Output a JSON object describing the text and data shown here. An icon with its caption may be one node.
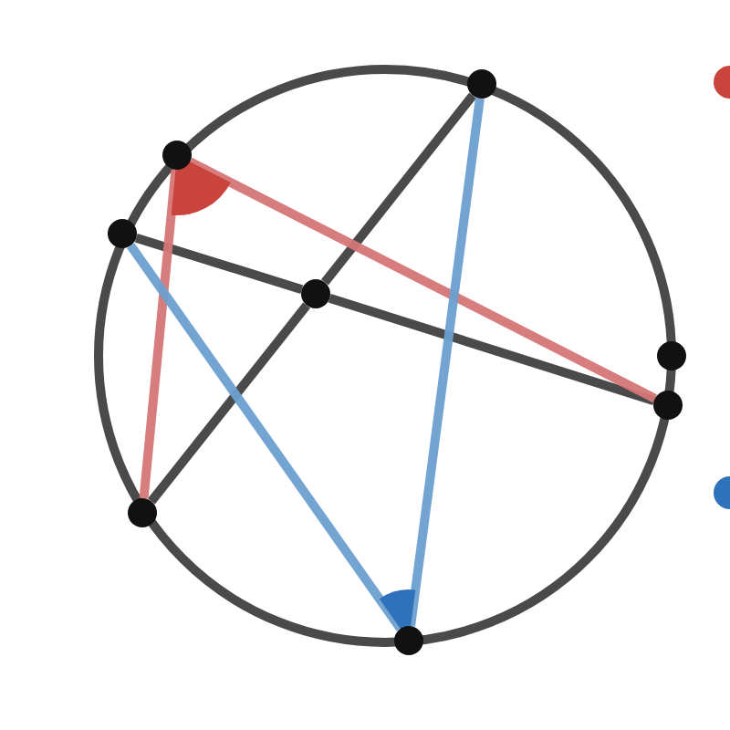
{
  "diagram": {
    "nodes": [
      {
        "text": [],
        "shape": "circle"
      },
      {
        "text": [],
        "shape": "circle"
      },
      {
        "text": [],
        "shape": "circle"
      },
      {
        "text": [],
        "shape": "circle"
      },
      {
        "text": [],
        "shape": "circle"
      },
      {
        "text": [],
        "shape": "circle"
      },
      {
        "text": [],
        "shape": "circle"
      },
      {
        "text": [],
        "shape": "circle"
      }
    ],
    "edges": [
      {
        "from": 0,
        "to": 3,
        "arrow": "none"
      },
      {
        "from": 3,
        "to": 6,
        "arrow": "none"
      },
      {
        "from": 2,
        "to": 3,
        "arrow": "none"
      },
      {
        "from": 3,
        "to": 5,
        "arrow": "none"
      },
      {
        "from": 1,
        "to": 5,
        "arrow": "none",
        "color": "#d67676"
      },
      {
        "from": 1,
        "to": 6,
        "arrow": "none",
        "color": "#d67676"
      },
      {
        "from": 2,
        "to": 7,
        "arrow": "none",
        "color": "#6b9fd0"
      },
      {
        "from": 0,
        "to": 7,
        "arrow": "none",
        "color": "#6b9fd0"
      }
    ]
  }
}
